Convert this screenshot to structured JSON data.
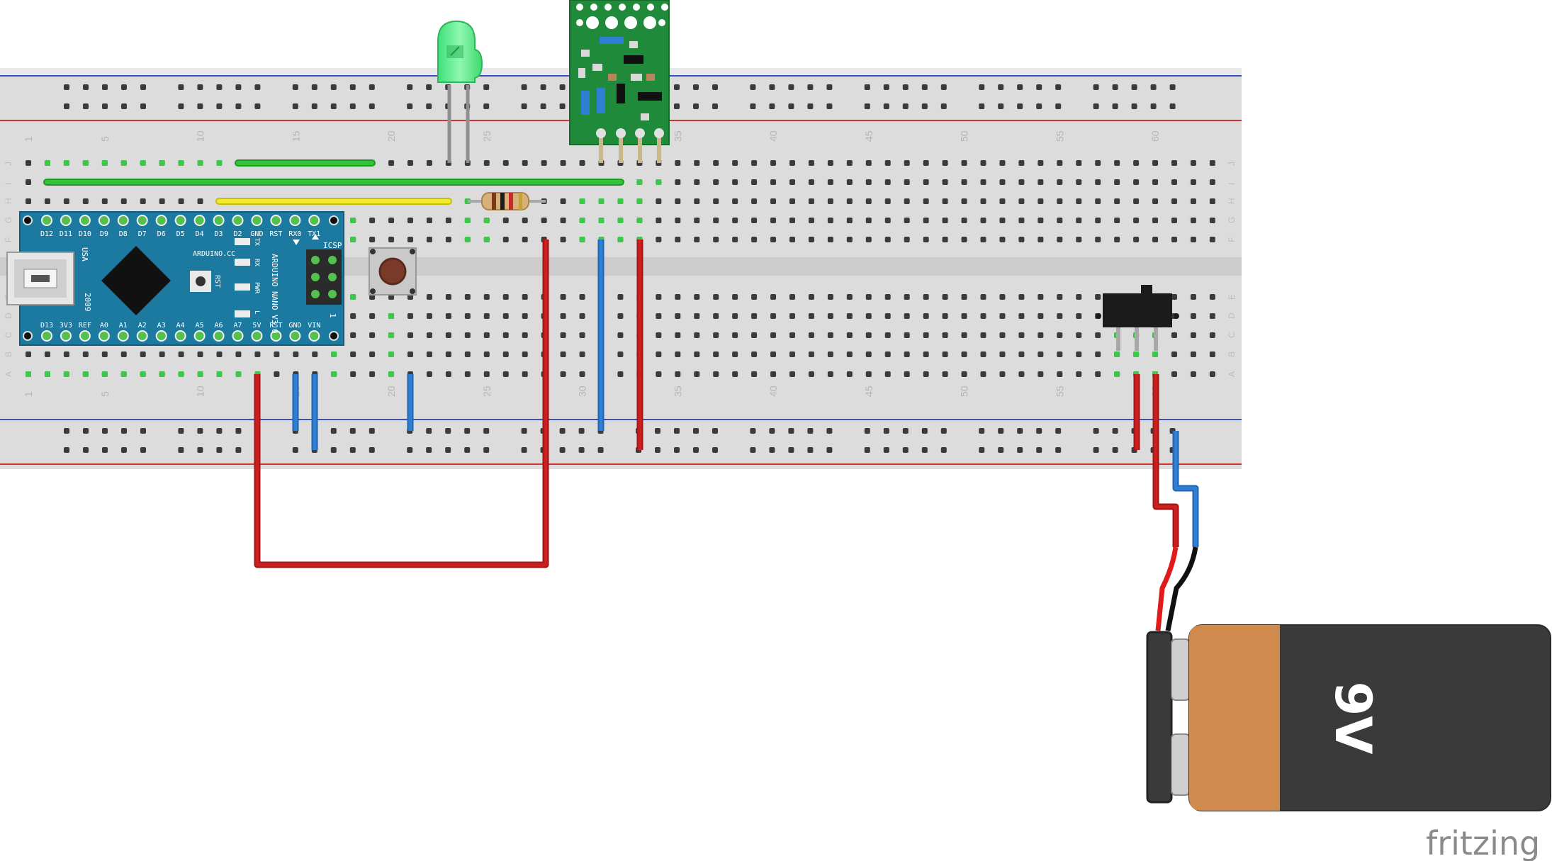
{
  "breadboard": {
    "column_numbers": [
      "1",
      "5",
      "10",
      "15",
      "20",
      "25",
      "30",
      "35",
      "40",
      "45",
      "50",
      "55",
      "60"
    ],
    "row_letters_top": [
      "J",
      "I",
      "H",
      "G",
      "F"
    ],
    "row_letters_bottom": [
      "E",
      "D",
      "C",
      "B",
      "A"
    ]
  },
  "arduino": {
    "top_pins": [
      "D12",
      "D11",
      "D10",
      "D9",
      "D8",
      "D7",
      "D6",
      "D5",
      "D4",
      "D3",
      "D2",
      "GND",
      "RST",
      "RX0",
      "TX1"
    ],
    "bottom_pins": [
      "D13",
      "3V3",
      "REF",
      "A0",
      "A1",
      "A2",
      "A3",
      "A4",
      "A5",
      "A6",
      "A7",
      "5V",
      "RST",
      "GND",
      "VIN"
    ],
    "side_labels": [
      "USA",
      "2009"
    ],
    "brand": "ARDUINO.CC",
    "model": "ARDUINO NANO V3.0",
    "led_labels": [
      "TX",
      "RX",
      "PWR",
      "L"
    ],
    "rst_label": "RST",
    "icsp": "ICSP",
    "icsp_num": "1"
  },
  "battery": {
    "label": "9V"
  },
  "watermark": "fritzing",
  "colors": {
    "wire_red": "#cc1f1f",
    "wire_blue": "#2f7fd4",
    "wire_green": "#35c23b",
    "wire_yellow": "#f2ea2b",
    "nano_board": "#1c7aa1",
    "rf_module": "#1f8a3a",
    "battery_orange": "#d18a4e",
    "battery_body": "#3a3a3a"
  }
}
